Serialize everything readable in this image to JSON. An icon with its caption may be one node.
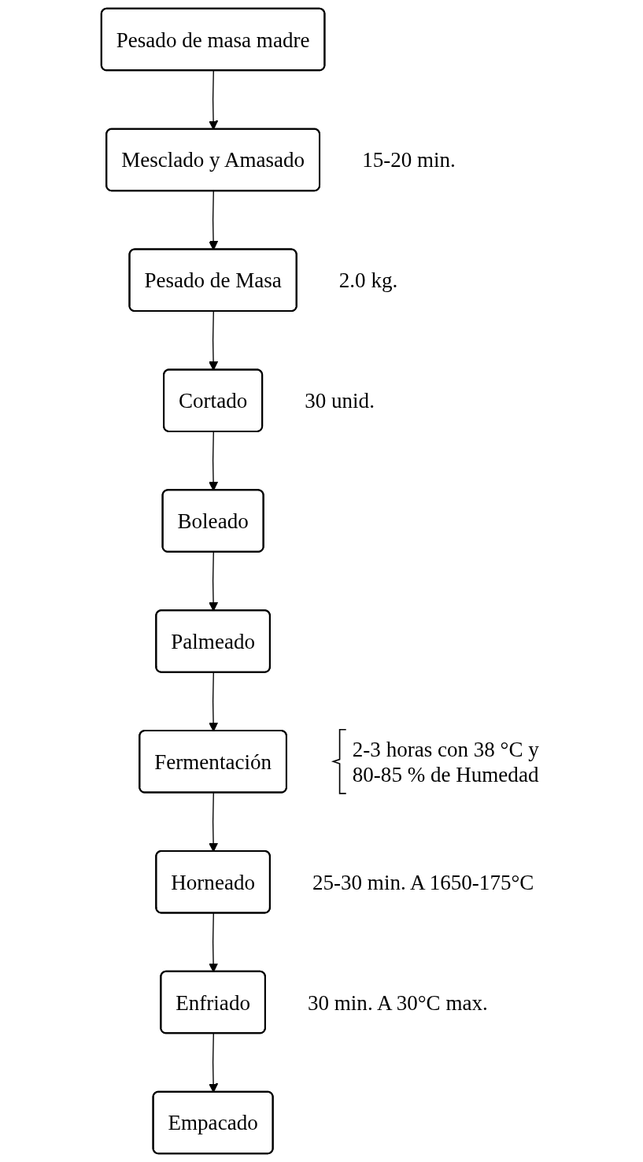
{
  "diagram": {
    "nodes": [
      {
        "text": [
          "Pesado de masa madre"
        ]
      },
      {
        "text": [
          "Mesclado y Amasado"
        ],
        "beside": [
          "15-20 min."
        ]
      },
      {
        "text": [
          "Pesado de Masa"
        ],
        "beside": [
          "2.0  kg."
        ]
      },
      {
        "text": [
          "Cortado"
        ],
        "beside": [
          "30 unid."
        ]
      },
      {
        "text": [
          "Boleado"
        ]
      },
      {
        "text": [
          "Palmeado"
        ]
      },
      {
        "text": [
          "Fermentación"
        ],
        "beside": [
          "2-3 horas con 38 °C y 80-85 % de Humedad"
        ]
      },
      {
        "text": [
          "Horneado"
        ],
        "beside": [
          "25-30 min. A 1650-175°C"
        ]
      },
      {
        "text": [
          "Enfriado"
        ],
        "beside": [
          "30 min. A 30°C max."
        ]
      },
      {
        "text": [
          "Empacado"
        ]
      }
    ],
    "edges": [
      {
        "from": 0,
        "to": 1,
        "arrow": "to"
      },
      {
        "from": 1,
        "to": 2,
        "arrow": "to"
      },
      {
        "from": 2,
        "to": 3,
        "arrow": "to"
      },
      {
        "from": 3,
        "to": 4,
        "arrow": "to"
      },
      {
        "from": 4,
        "to": 5,
        "arrow": "to"
      },
      {
        "from": 5,
        "to": 6,
        "arrow": "to"
      },
      {
        "from": 6,
        "to": 7,
        "arrow": "to"
      },
      {
        "from": 7,
        "to": 8,
        "arrow": "to"
      },
      {
        "from": 8,
        "to": 9,
        "arrow": "to"
      }
    ]
  }
}
